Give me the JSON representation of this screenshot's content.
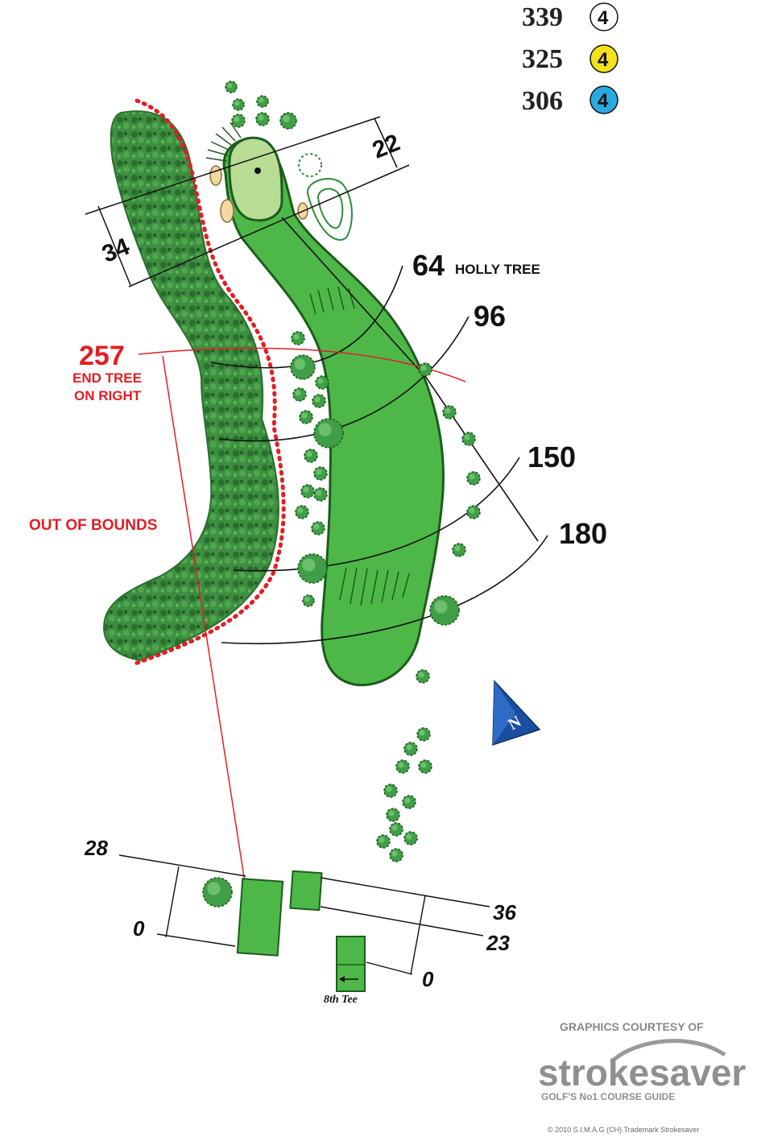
{
  "tees": [
    {
      "yards": "339",
      "par": "4",
      "color": "#ffffff"
    },
    {
      "yards": "325",
      "par": "4",
      "color": "#f3e21c"
    },
    {
      "yards": "306",
      "par": "4",
      "color": "#29a9e0"
    }
  ],
  "green": {
    "depth": "34",
    "width": "22"
  },
  "distances": {
    "d64": "64",
    "holly_tree": "HOLLY TREE",
    "d96": "96",
    "d150": "150",
    "d180": "180"
  },
  "hazards": {
    "carry": "257",
    "end_tree_line1": "END TREE",
    "end_tree_line2": "ON RIGHT",
    "out_of_bounds": "OUT OF BOUNDS"
  },
  "tee_box_dims": {
    "left_top": "28",
    "left_bottom": "0",
    "right_top": "36",
    "right_mid": "23",
    "right_bottom": "0"
  },
  "next_tee_label": "8th Tee",
  "compass_label": "N",
  "credit": {
    "line1": "GRAPHICS COURTESY OF",
    "brand": "strokesaver",
    "tagline": "GOLF'S No1 COURSE GUIDE",
    "copyright": "© 2010 S.I.M.A.G (CH) Trademark Strokesaver"
  },
  "colors": {
    "fairway": "#4db848",
    "green": "#b9dc95",
    "trees": "#2e8b3a",
    "bunker": "#f4d8a2",
    "out_of_bounds": "#e31e24",
    "compass": "#1a4ea0"
  }
}
